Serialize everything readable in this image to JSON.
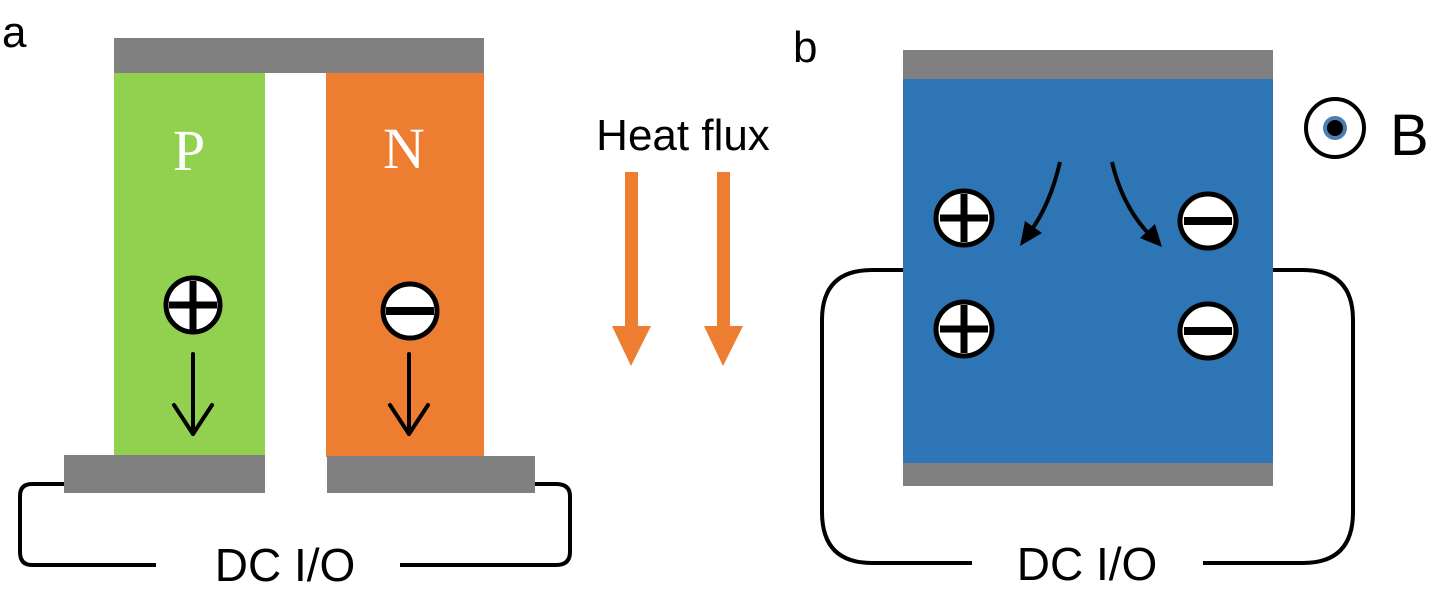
{
  "panel_a": {
    "label": "a",
    "p_leg_label": "P",
    "n_leg_label": "N",
    "p_carrier": "plus-charge",
    "n_carrier": "minus-charge",
    "circuit_label": "DC I/O"
  },
  "heat": {
    "label": "Heat flux"
  },
  "panel_b": {
    "label": "b",
    "field_label": "B",
    "field_direction": "out-of-page",
    "circuit_label": "DC I/O"
  },
  "colors": {
    "p_type": "#92d050",
    "n_type": "#ed7d31",
    "electrode": "#808080",
    "bulk": "#2e75b6",
    "heat_arrow": "#ed7d31",
    "ink": "#000000"
  }
}
